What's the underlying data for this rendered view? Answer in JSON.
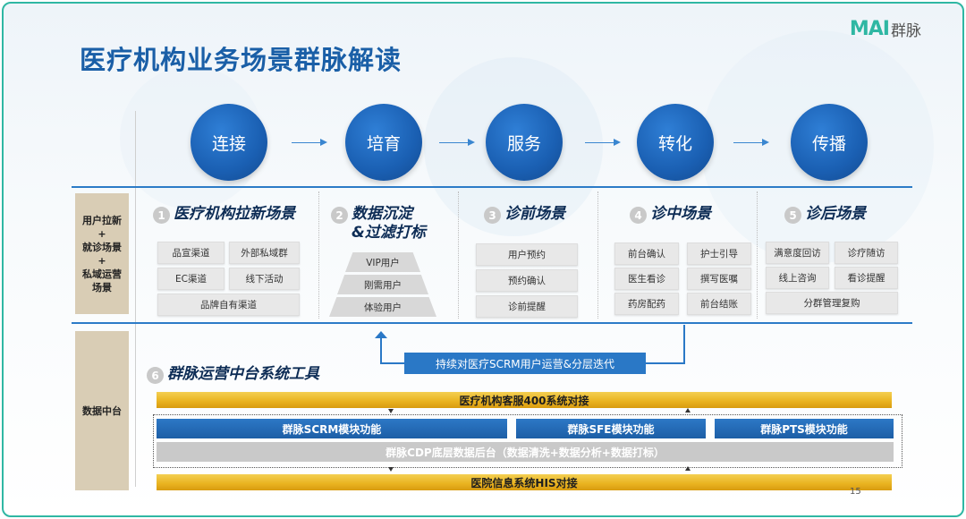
{
  "title": "医疗机构业务场景群脉解读",
  "logo": {
    "mark": "MAI",
    "name": "群脉"
  },
  "stages": [
    "连接",
    "培育",
    "服务",
    "转化",
    "传播"
  ],
  "side_labels": {
    "top": "用户拉新\n+\n就诊场景\n+\n私域运营\n场景",
    "bottom": "数据中台"
  },
  "sections": [
    {
      "num": "1",
      "title": "医疗机构拉新场景",
      "items": [
        "品宣渠道",
        "外部私域群",
        "EC渠道",
        "线下活动",
        "品牌自有渠道"
      ]
    },
    {
      "num": "2",
      "title_line1": "数据沉淀",
      "title_line2": "&过滤打标",
      "items": [
        "VIP用户",
        "刚需用户",
        "体验用户"
      ]
    },
    {
      "num": "3",
      "title": "诊前场景",
      "items": [
        "用户预约",
        "预约确认",
        "诊前提醒"
      ]
    },
    {
      "num": "4",
      "title": "诊中场景",
      "items": [
        "前台确认",
        "护士引导",
        "医生看诊",
        "撰写医嘱",
        "药房配药",
        "前台结账"
      ]
    },
    {
      "num": "5",
      "title": "诊后场景",
      "items": [
        "满意度回访",
        "诊疗随访",
        "线上咨询",
        "看诊提醒",
        "分群管理复购"
      ]
    }
  ],
  "continuous_label": "持续对医疗SCRM用户运营&分层迭代",
  "tools": {
    "num": "6",
    "title": "群脉运营中台系统工具",
    "top_bar": "医疗机构客服400系统对接",
    "modules": [
      "群脉SCRM模块功能",
      "群脉SFE模块功能",
      "群脉PTS模块功能"
    ],
    "cdp": "群脉CDP底层数据后台（数据清洗+数据分析+数据打标）",
    "bottom_bar": "医院信息系统HIS对接"
  },
  "page_number": "15",
  "colors": {
    "accent": "#1a5fa7",
    "teal": "#2fb7a3",
    "gold": "#e9b21f",
    "blue": "#2a78c6"
  }
}
